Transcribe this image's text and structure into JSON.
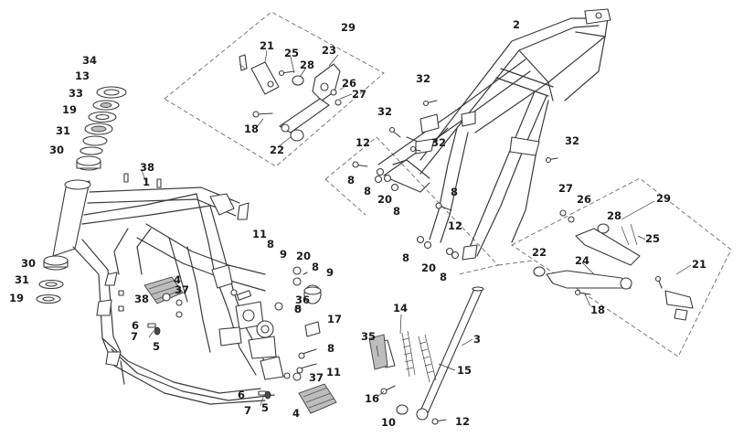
{
  "labels": {
    "l2": "2",
    "l3": "3",
    "l4": "4",
    "l5": "5",
    "l6": "6",
    "l7": "7",
    "l8": "8",
    "l9": "9",
    "l10": "10",
    "l11": "11",
    "l12": "12",
    "l13": "13",
    "l14": "14",
    "l15": "15",
    "l16": "16",
    "l17": "17",
    "l18": "18",
    "l19": "19",
    "l20": "20",
    "l21": "21",
    "l22": "22",
    "l23": "23",
    "l24": "24",
    "l25": "25",
    "l26": "26",
    "l27": "27",
    "l28": "28",
    "l29": "29",
    "l30": "30",
    "l31": "31",
    "l32": "32",
    "l33": "33",
    "l34": "34",
    "l35": "35",
    "l36": "36",
    "l37": "37",
    "l38": "38",
    "l1": "1"
  }
}
